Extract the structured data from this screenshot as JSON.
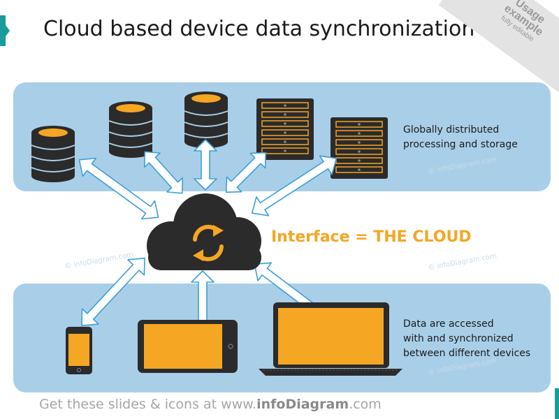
{
  "title": "Cloud based device data synchronization",
  "ribbon": {
    "line1": "Usage",
    "line2": "example",
    "line3": "fully editable"
  },
  "top_band": {
    "description_lines": [
      "Globally distributed",
      "processing and storage"
    ]
  },
  "center": {
    "label": "Interface = THE CLOUD"
  },
  "bottom_band": {
    "description_lines": [
      "Data are accessed",
      "with and synchronized",
      "between different devices"
    ]
  },
  "footer": {
    "prefix": "Get these slides & icons at www.",
    "brand": "infoDiagram",
    "suffix": ".com"
  },
  "watermark": "© infoDiagram.com",
  "colors": {
    "accent": "#f5a623",
    "band": "#a9cfe8",
    "icon": "#2b2b2b",
    "arrow_fill": "#ffffff",
    "arrow_stroke": "#3a9fd8",
    "teal": "#1a9c9c"
  },
  "icons": [
    "database-icon",
    "server-rack-icon",
    "cloud-icon",
    "sync-icon",
    "smartphone-icon",
    "tablet-icon",
    "laptop-icon"
  ]
}
